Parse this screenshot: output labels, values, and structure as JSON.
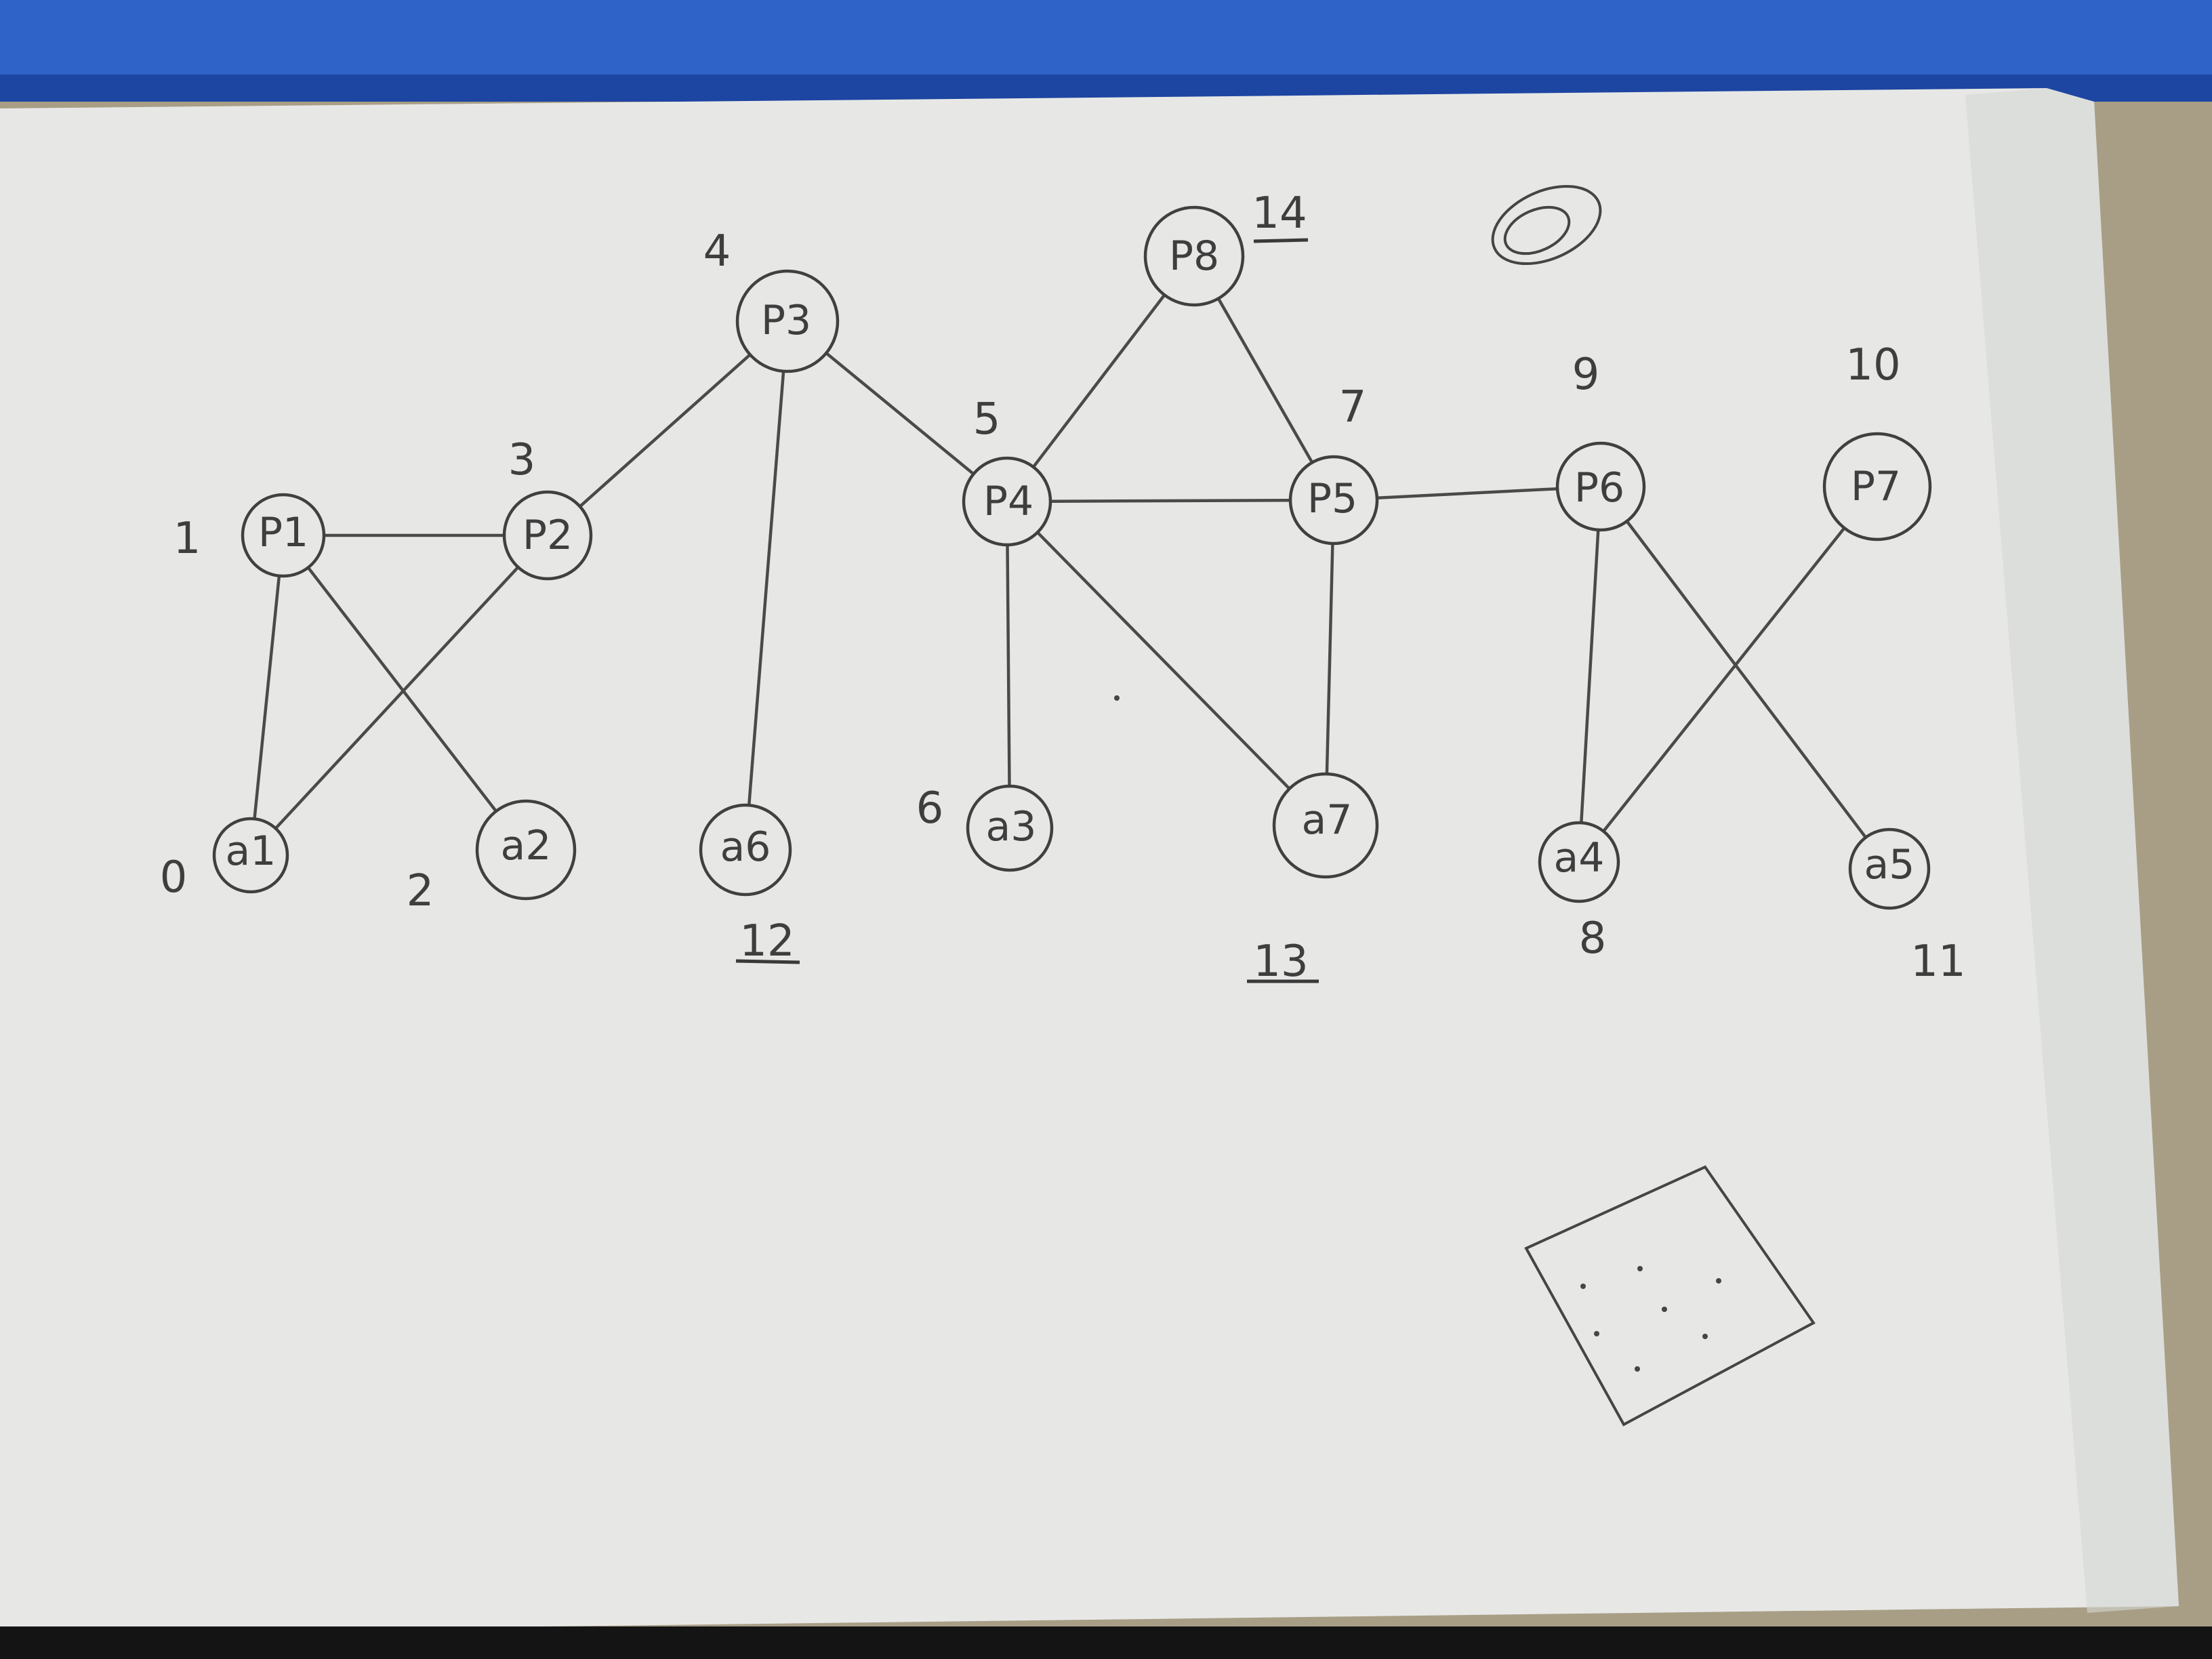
{
  "colors": {
    "desk": "#a89e86",
    "paper": "#e7e8e6",
    "paper_shadow": "#d6d7d3",
    "tray": "#2f63c8",
    "tray_dark": "#1d45a2",
    "pencil": "#454545",
    "floor": "#141414"
  },
  "graph": {
    "nodes": [
      {
        "id": "p1",
        "label": "P1",
        "index": "1",
        "underlined": false
      },
      {
        "id": "p2",
        "label": "P2",
        "index": "3",
        "underlined": false
      },
      {
        "id": "p3",
        "label": "P3",
        "index": "4",
        "underlined": false
      },
      {
        "id": "p4",
        "label": "P4",
        "index": "5",
        "underlined": false
      },
      {
        "id": "p5",
        "label": "P5",
        "index": "7",
        "underlined": false
      },
      {
        "id": "p6",
        "label": "P6",
        "index": "9",
        "underlined": false
      },
      {
        "id": "p7",
        "label": "P7",
        "index": "10",
        "underlined": false
      },
      {
        "id": "p8",
        "label": "P8",
        "index": "14",
        "underlined": true
      },
      {
        "id": "a1",
        "label": "a1",
        "index": "0",
        "underlined": false
      },
      {
        "id": "a2",
        "label": "a2",
        "index": "2",
        "underlined": false
      },
      {
        "id": "a6",
        "label": "a6",
        "index": "12",
        "underlined": true
      },
      {
        "id": "a3",
        "label": "a3",
        "index": "6",
        "underlined": false
      },
      {
        "id": "a7",
        "label": "a7",
        "index": "13",
        "underlined": true
      },
      {
        "id": "a4",
        "label": "a4",
        "index": "8",
        "underlined": false
      },
      {
        "id": "a5",
        "label": "a5",
        "index": "11",
        "underlined": false
      }
    ],
    "edges": [
      [
        "p1",
        "p2"
      ],
      [
        "p1",
        "a1"
      ],
      [
        "p1",
        "a2"
      ],
      [
        "p2",
        "a1"
      ],
      [
        "p2",
        "p3"
      ],
      [
        "p3",
        "a6"
      ],
      [
        "p3",
        "p4"
      ],
      [
        "p4",
        "p8"
      ],
      [
        "p8",
        "p5"
      ],
      [
        "p4",
        "p5"
      ],
      [
        "p4",
        "a3"
      ],
      [
        "p4",
        "a7"
      ],
      [
        "p5",
        "a7"
      ],
      [
        "p5",
        "p6"
      ],
      [
        "p6",
        "a4"
      ],
      [
        "p6",
        "a5"
      ],
      [
        "p7",
        "a4"
      ]
    ]
  }
}
